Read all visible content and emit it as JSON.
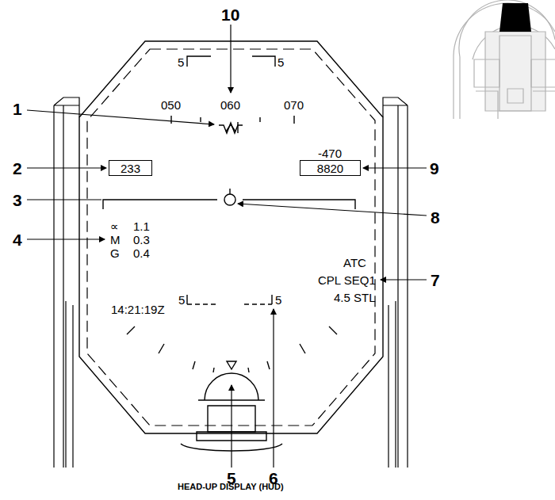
{
  "diagram": {
    "caption": "HEAD-UP DISPLAY (HUD)",
    "nodes": [
      {
        "text": [
          "233"
        ]
      },
      {
        "text": [
          "8820"
        ]
      }
    ],
    "labels": [
      "10",
      "5",
      "5",
      "050",
      "060",
      "070",
      "1",
      "2",
      "-470",
      "9",
      "3",
      "8",
      "4",
      "∝",
      "1.1",
      "M",
      "0.3",
      "G",
      "0.4",
      "ATC",
      "7",
      "CPL SEQ1",
      "4.5 STL",
      "5",
      "14:21:19Z",
      "5",
      "6",
      "5"
    ]
  }
}
